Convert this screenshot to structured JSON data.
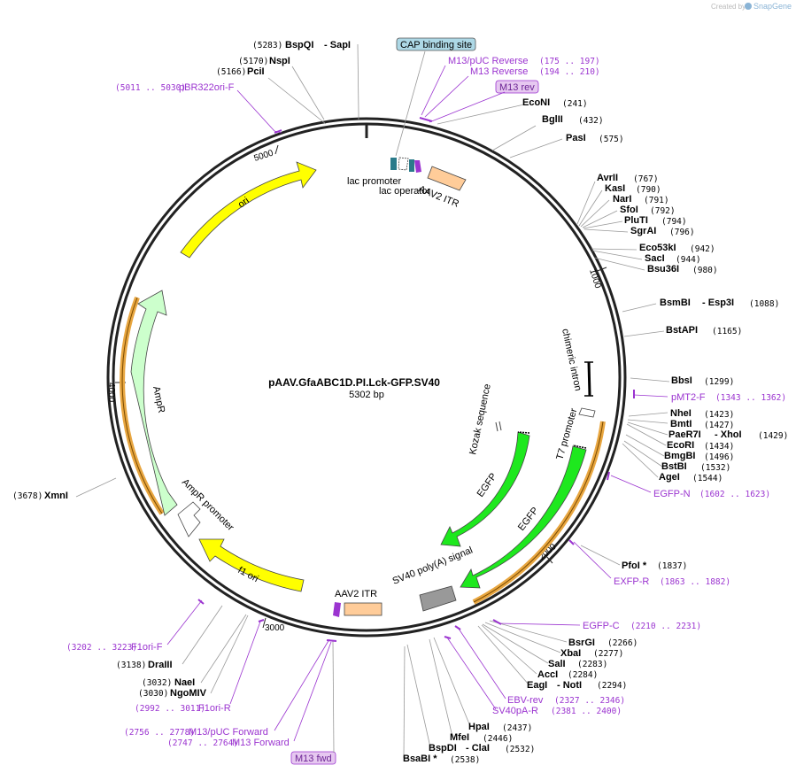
{
  "creator": {
    "prefix": "Created by",
    "brand": "SnapGene"
  },
  "plasmid": {
    "name": "pAAV.GfaABC1D.PI.Lck-GFP.SV40",
    "length": "5302 bp"
  },
  "ticks": [
    "1000",
    "2000",
    "3000",
    "4000",
    "5000"
  ],
  "sites": [
    {
      "name": "BspQI",
      "pos": "(5283)",
      "pair": "SapI"
    },
    {
      "name": "NspI",
      "pos": "(5170)"
    },
    {
      "name": "PciI",
      "pos": "(5166)"
    },
    {
      "name": "EcoNI",
      "pos": "(241)"
    },
    {
      "name": "BglII",
      "pos": "(432)"
    },
    {
      "name": "PasI",
      "pos": "(575)"
    },
    {
      "name": "AvrII",
      "pos": "(767)"
    },
    {
      "name": "KasI",
      "pos": "(790)"
    },
    {
      "name": "NarI",
      "pos": "(791)"
    },
    {
      "name": "SfoI",
      "pos": "(792)"
    },
    {
      "name": "PluTI",
      "pos": "(794)"
    },
    {
      "name": "SgrAI",
      "pos": "(796)"
    },
    {
      "name": "Eco53kI",
      "pos": "(942)"
    },
    {
      "name": "SacI",
      "pos": "(944)"
    },
    {
      "name": "Bsu36I",
      "pos": "(980)"
    },
    {
      "name": "BsmBI",
      "pos": "(1088)",
      "pair": "Esp3I"
    },
    {
      "name": "BstAPI",
      "pos": "(1165)"
    },
    {
      "name": "BbsI",
      "pos": "(1299)"
    },
    {
      "name": "NheI",
      "pos": "(1423)"
    },
    {
      "name": "BmtI",
      "pos": "(1427)"
    },
    {
      "name": "PaeR7I",
      "pos": "(1429)",
      "pair": "XhoI"
    },
    {
      "name": "EcoRI",
      "pos": "(1434)"
    },
    {
      "name": "BmgBI",
      "pos": "(1496)"
    },
    {
      "name": "BstBI",
      "pos": "(1532)"
    },
    {
      "name": "AgeI",
      "pos": "(1544)"
    },
    {
      "name": "PfoI *",
      "pos": "(1837)"
    },
    {
      "name": "BsrGI",
      "pos": "(2266)"
    },
    {
      "name": "XbaI",
      "pos": "(2277)"
    },
    {
      "name": "SalI",
      "pos": "(2283)"
    },
    {
      "name": "AccI",
      "pos": "(2284)"
    },
    {
      "name": "EagI",
      "pos": "(2294)",
      "pair": "NotI"
    },
    {
      "name": "HpaI",
      "pos": "(2437)"
    },
    {
      "name": "MfeI",
      "pos": "(2446)"
    },
    {
      "name": "BspDI",
      "pos": "(2532)",
      "pair": "ClaI"
    },
    {
      "name": "BsaBI *",
      "pos": "(2538)"
    },
    {
      "name": "XmnI",
      "pos": "(3678)"
    },
    {
      "name": "DraIII",
      "pos": "(3138)"
    },
    {
      "name": "NaeI",
      "pos": "(3032)"
    },
    {
      "name": "NgoMIV",
      "pos": "(3030)"
    }
  ],
  "primers": [
    {
      "name": "pBR322ori-F",
      "pos": "(5011 .. 5030)"
    },
    {
      "name": "M13/pUC Reverse",
      "pos": "(175 .. 197)"
    },
    {
      "name": "M13 Reverse",
      "pos": "(194 .. 210)"
    },
    {
      "name": "M13 rev",
      "pos": ""
    },
    {
      "name": "pMT2-F",
      "pos": "(1343 .. 1362)"
    },
    {
      "name": "EGFP-N",
      "pos": "(1602 .. 1623)"
    },
    {
      "name": "EXFP-R",
      "pos": "(1863 .. 1882)"
    },
    {
      "name": "EGFP-C",
      "pos": "(2210 .. 2231)"
    },
    {
      "name": "EBV-rev",
      "pos": "(2327 .. 2346)"
    },
    {
      "name": "SV40pA-R",
      "pos": "(2381 .. 2400)"
    },
    {
      "name": "F1ori-F",
      "pos": "(3202 .. 3223)"
    },
    {
      "name": "F1ori-R",
      "pos": "(2992 .. 3011)"
    },
    {
      "name": "M13/pUC Forward",
      "pos": "(2756 .. 2778)"
    },
    {
      "name": "M13 Forward",
      "pos": "(2747 .. 2764)"
    },
    {
      "name": "M13 fwd",
      "pos": ""
    }
  ],
  "features": {
    "cap_site": "CAP binding site",
    "lac_promoter": "lac promoter",
    "lac_operator": "lac operator",
    "aav2_itr_1": "AAV2 ITR",
    "aav2_itr_2": "AAV2 ITR",
    "chimeric_intron": "chimeric intron",
    "t7_promoter": "T7 promoter",
    "kozak": "Kozak sequence",
    "egfp_1": "EGFP",
    "egfp_2": "EGFP",
    "sv40_polya": "SV40 poly(A) signal",
    "f1_ori": "f1 ori",
    "ampr_promoter": "AmpR promoter",
    "ampr": "AmpR",
    "ori": "ori"
  },
  "colors": {
    "backbone": "#222222",
    "primer": "#9b34d0",
    "ori": "#ffff00",
    "egfp": "#1ee81e",
    "ampr": "#ccffcc",
    "itr": "#ffcc99",
    "polya": "#999999",
    "cap": "#add8e6",
    "m13box": "#e6c8f0",
    "orange_arc": "#e8a640",
    "lac": "#2a7a8a",
    "leader": "#999999"
  }
}
